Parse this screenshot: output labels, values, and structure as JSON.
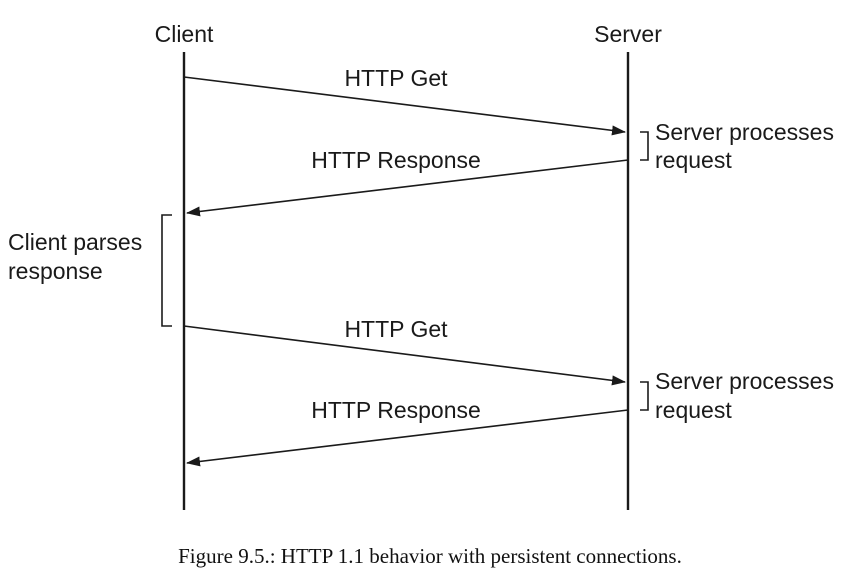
{
  "diagram": {
    "participants": {
      "client": "Client",
      "server": "Server"
    },
    "messages": [
      {
        "label": "HTTP Get",
        "from": "Client",
        "to": "Server"
      },
      {
        "label": "HTTP Response",
        "from": "Server",
        "to": "Client"
      },
      {
        "label": "HTTP Get",
        "from": "Client",
        "to": "Server"
      },
      {
        "label": "HTTP Response",
        "from": "Server",
        "to": "Client"
      }
    ],
    "notes": [
      {
        "line1": "Server processes",
        "line2": "request"
      },
      {
        "line1": "Client parses",
        "line2": "response"
      },
      {
        "line1": "Server processes",
        "line2": "request"
      }
    ]
  },
  "caption": "Figure 9.5.: HTTP 1.1 behavior with persistent connections."
}
